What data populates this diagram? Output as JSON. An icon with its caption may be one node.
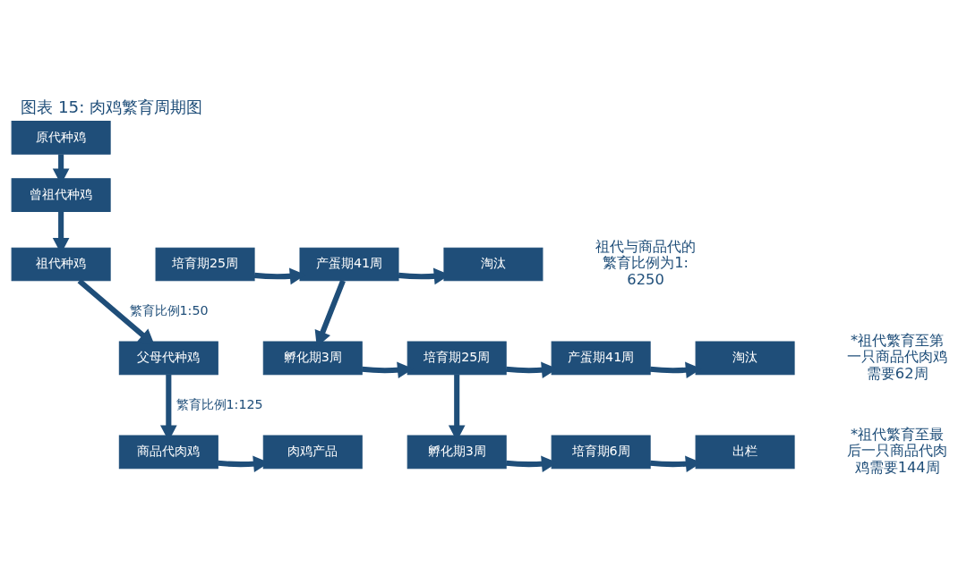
{
  "diagram": {
    "title": "图表 15: 肉鸡繁育周期图",
    "nodes": [
      {
        "text": [
          "原代种鸡"
        ]
      },
      {
        "text": [
          "曾祖代种鸡"
        ]
      },
      {
        "text": [
          "祖代种鸡"
        ]
      },
      {
        "text": [
          "培育期25周"
        ]
      },
      {
        "text": [
          "产蛋期41周"
        ]
      },
      {
        "text": [
          "淘汰"
        ]
      },
      {
        "text": [
          "父母代种鸡"
        ]
      },
      {
        "text": [
          "孵化期3周"
        ]
      },
      {
        "text": [
          "培育期25周"
        ]
      },
      {
        "text": [
          "产蛋期41周"
        ]
      },
      {
        "text": [
          "淘汰"
        ]
      },
      {
        "text": [
          "商品代肉鸡"
        ]
      },
      {
        "text": [
          "肉鸡产品"
        ]
      },
      {
        "text": [
          "孵化期3周"
        ]
      },
      {
        "text": [
          "培育期6周"
        ]
      },
      {
        "text": [
          "出栏"
        ]
      }
    ],
    "edges": [
      {
        "from": 0,
        "to": 1,
        "arrow": "to"
      },
      {
        "from": 1,
        "to": 2,
        "arrow": "to"
      },
      {
        "from": 2,
        "to": 6,
        "arrow": "to",
        "label": "繁育比例1:50"
      },
      {
        "from": 6,
        "to": 11,
        "arrow": "to",
        "label": "繁育比例1:125"
      },
      {
        "from": 11,
        "to": 12,
        "arrow": "to"
      },
      {
        "from": 3,
        "to": 4,
        "arrow": "to"
      },
      {
        "from": 4,
        "to": 5,
        "arrow": "to"
      },
      {
        "from": 4,
        "to": 7,
        "arrow": "to"
      },
      {
        "from": 7,
        "to": 8,
        "arrow": "to"
      },
      {
        "from": 8,
        "to": 9,
        "arrow": "to"
      },
      {
        "from": 9,
        "to": 10,
        "arrow": "to"
      },
      {
        "from": 8,
        "to": 13,
        "arrow": "to"
      },
      {
        "from": 13,
        "to": 14,
        "arrow": "to"
      },
      {
        "from": 14,
        "to": 15,
        "arrow": "to"
      }
    ],
    "labels": [
      "祖代与商品代的繁育比例为1:6250",
      "*祖代繁育至第一只商品代肉鸡需要62周",
      "*祖代繁育至最后一只商品代肉鸡需要144周"
    ]
  }
}
